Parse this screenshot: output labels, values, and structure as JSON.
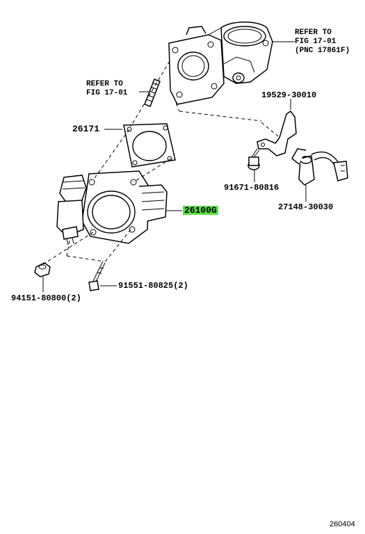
{
  "callouts": {
    "refer_top_line1": "REFER TO",
    "refer_top_line2": "FIG 17-01",
    "refer_top_line3": "(PNC 17861F)",
    "refer_left_line1": "REFER TO",
    "refer_left_line2": "FIG 17-01",
    "part_19529": "19529-30010",
    "part_26171": "26171",
    "part_91671": "91671-80816",
    "part_26100G": "26100G",
    "part_27148": "27148-30030",
    "part_91551": "91551-80825(2)",
    "part_94151": "94151-80800(2)"
  },
  "highlight_color": "#5ddc4a",
  "diagram_id": "260404"
}
